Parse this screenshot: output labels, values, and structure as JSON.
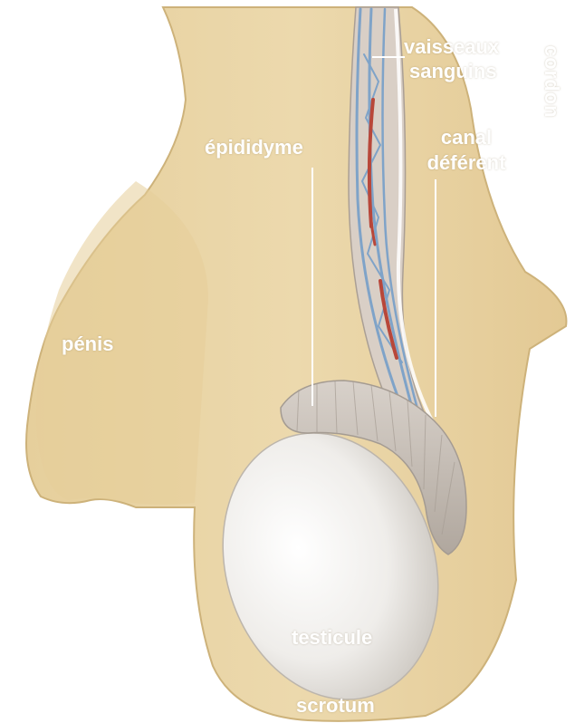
{
  "labels": {
    "vaisseaux_line1": "vaisseaux",
    "vaisseaux_line2": "sanguins",
    "canal_line1": "canal",
    "canal_line2": "déférent",
    "cordon": "cordon",
    "epididyme": "épididyme",
    "penis": "pénis",
    "testicule": "testicule",
    "scrotum": "scrotum"
  },
  "colors": {
    "skin": "#e9d5a6",
    "skin_shadow": "#d9c08a",
    "testicle": "#f3f1ee",
    "epididymis": "#c9c0b8",
    "vein": "#7fa3c8",
    "artery": "#b8473a",
    "leader_line": "#ffffff"
  }
}
